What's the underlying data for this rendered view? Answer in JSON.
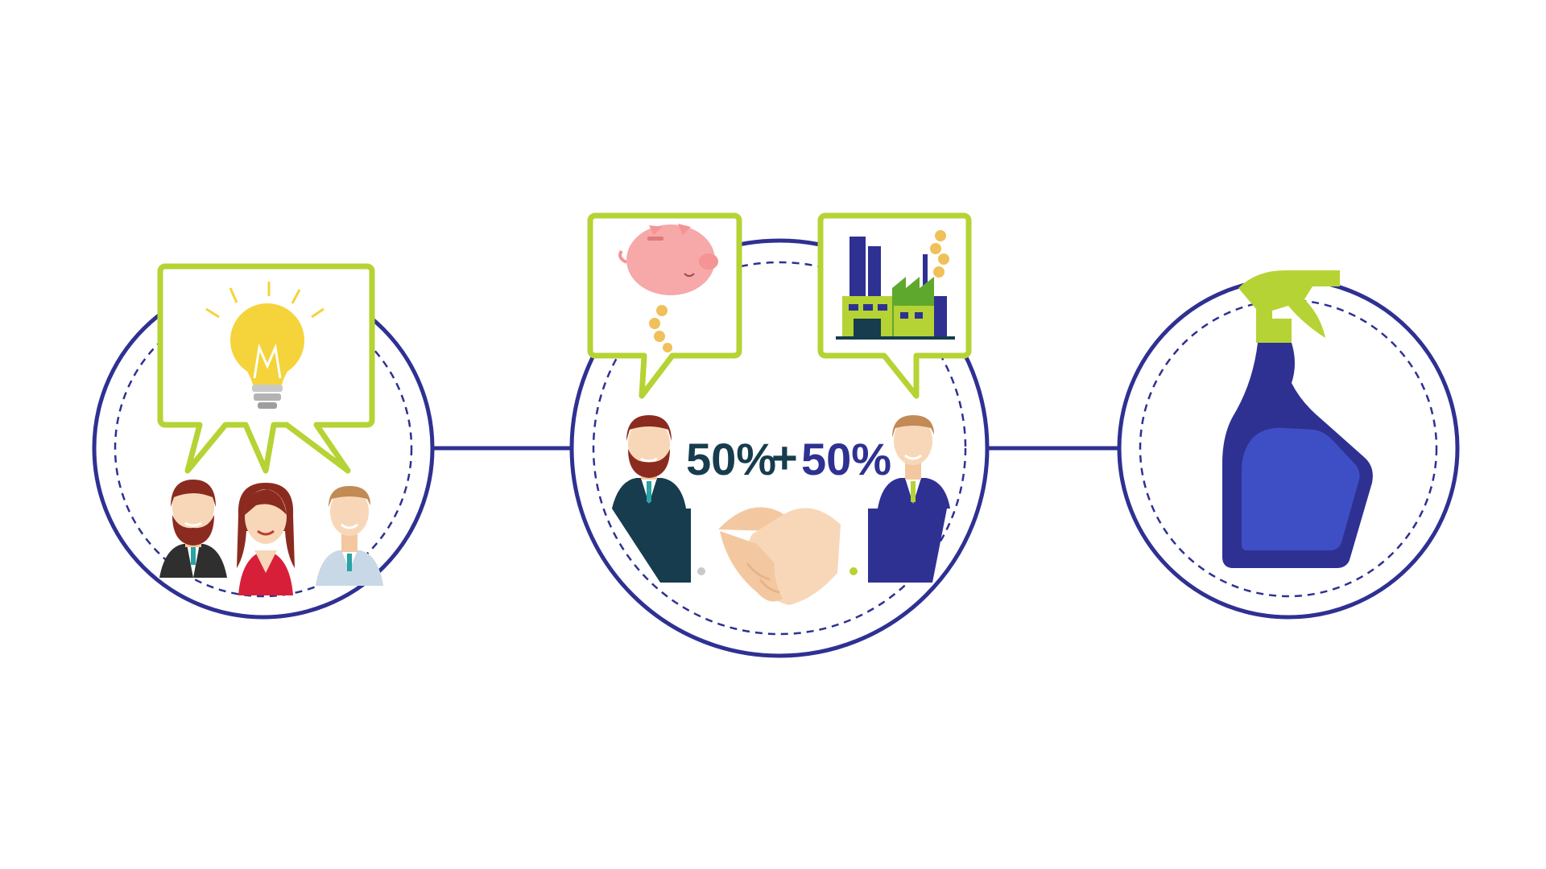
{
  "colors": {
    "navy": "#2e3192",
    "lime": "#b5d334",
    "dark_teal": "#163c4e",
    "bottle_blue": "#3e4fc6",
    "skin": "#f8d7b9",
    "hair_red": "#8b2b1f",
    "dress_red": "#d81f3a",
    "bulb_yellow": "#f5d33a",
    "piggy_pink": "#f7a8a8",
    "coin_gold": "#f0c05a"
  },
  "stages": [
    {
      "id": "idea",
      "icons": [
        "lightbulb-icon",
        "bearded-man-icon",
        "woman-icon",
        "young-man-icon"
      ]
    },
    {
      "id": "partnership",
      "icons": [
        "piggy-bank-icon",
        "factory-icon",
        "handshake-icon"
      ]
    },
    {
      "id": "product",
      "icons": [
        "spray-bottle-icon"
      ]
    }
  ],
  "equity": {
    "left": "50%",
    "plus": "+",
    "right": "50%"
  }
}
